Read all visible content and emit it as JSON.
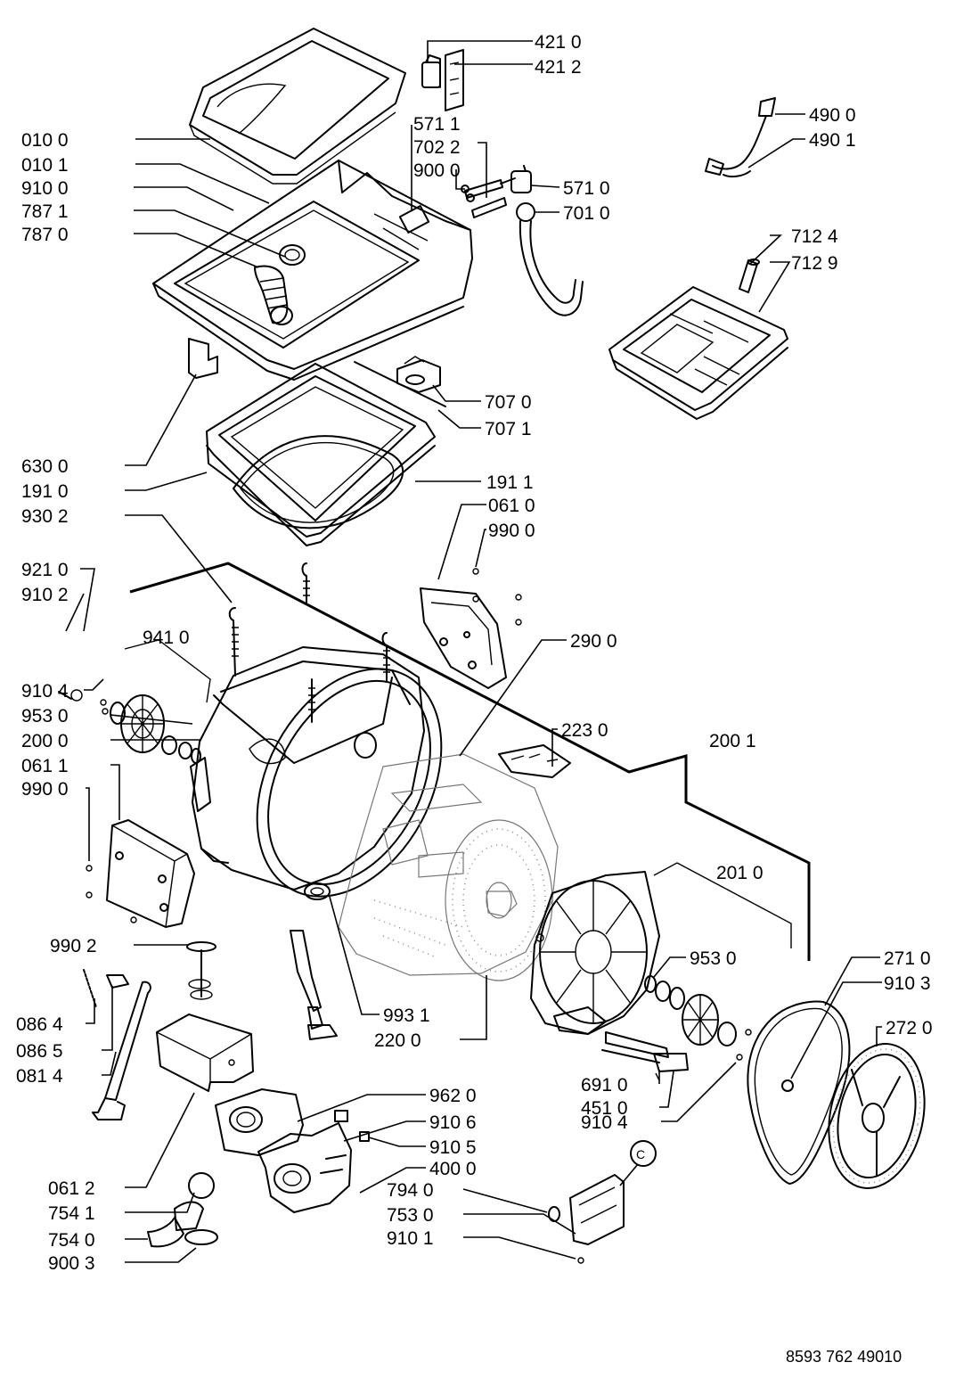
{
  "labels": {
    "l4210": "421 0",
    "l4212": "421 2",
    "l5711": "571 1",
    "l7022": "702 2",
    "l9000a": "900 0",
    "l5710": "571 0",
    "l7010": "701 0",
    "l4900": "490 0",
    "l4901": "490 1",
    "l0100": "010 0",
    "l0101": "010 1",
    "l9100": "910 0",
    "l7871": "787 1",
    "l7870": "787 0",
    "l7124": "712 4",
    "l7129": "712 9",
    "l7070": "707 0",
    "l7071": "707 1",
    "l6300": "630 0",
    "l1910": "191 0",
    "l1911": "191 1",
    "l9302": "930 2",
    "l0610": "061 0",
    "l9900a": "990 0",
    "l9210": "921 0",
    "l9102": "910 2",
    "l9410": "941 0",
    "l9104a": "910 4",
    "l2900": "290 0",
    "l9530a": "953 0",
    "l2000": "200 0",
    "l2230": "223 0",
    "l2001": "200 1",
    "l0611": "061 1",
    "l9900b": "990 0",
    "l2010": "201 0",
    "l9902": "990 2",
    "l9530b": "953 0",
    "l0864": "086 4",
    "l0865": "086 5",
    "l0814": "081 4",
    "l9931": "993 1",
    "l2200": "220 0",
    "l2710": "271 0",
    "l9103": "910 3",
    "l2720": "272 0",
    "l9620": "962 0",
    "l9106": "910 6",
    "l9105": "910 5",
    "l4000": "400 0",
    "l6910": "691 0",
    "l4510": "451 0",
    "l9104b": "910 4",
    "l0612": "061 2",
    "l7541": "754 1",
    "l7540": "754 0",
    "l9003": "900 3",
    "l7940": "794 0",
    "l7530": "753 0",
    "l9101": "910 1",
    "callout_c": "C"
  },
  "doc_number": "8593 762 49010"
}
